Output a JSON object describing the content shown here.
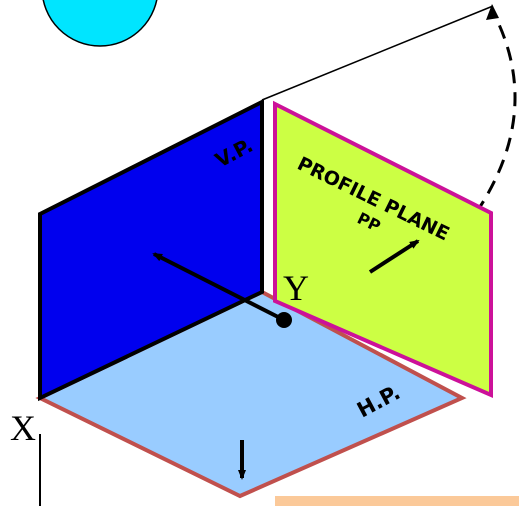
{
  "planes": {
    "vertical": {
      "label": "V.P.",
      "fill": "#0000ee",
      "stroke": "#000000"
    },
    "horizontal": {
      "label": "H.P.",
      "fill": "#99ccff",
      "stroke": "#c0504d"
    },
    "profile": {
      "label_line1": "PROFILE PLANE",
      "label_line2": "PP",
      "fill": "#ccff44",
      "stroke": "#cc1199"
    }
  },
  "axes": {
    "x_label": "X",
    "y_label": "Y"
  },
  "colors": {
    "circle_fill": "#00e5ff",
    "caption_box": "#fbc999"
  }
}
